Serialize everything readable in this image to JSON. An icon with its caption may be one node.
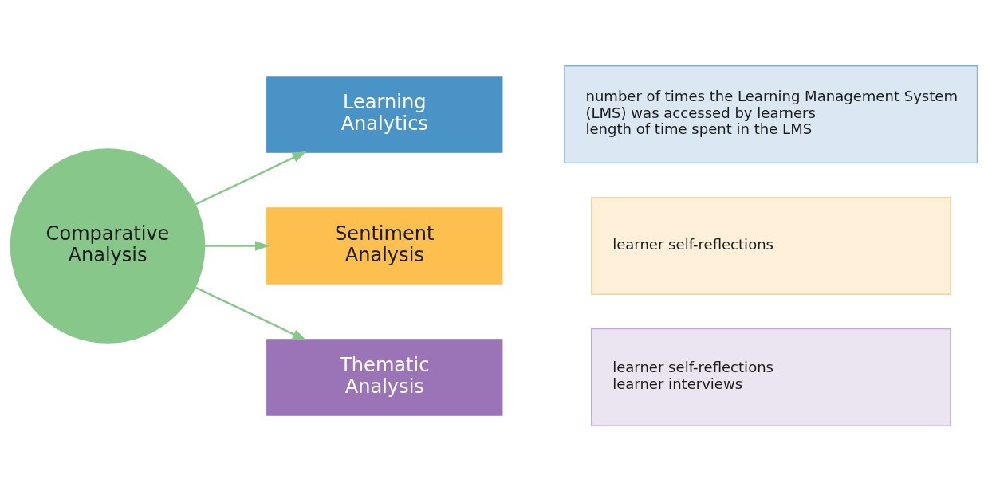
{
  "diagram": {
    "nodes": [
      {
        "text": [
          "Comparative Analysis"
        ]
      },
      {
        "text": [
          "Learning Analytics"
        ]
      },
      {
        "text": [
          "number of times the Learning Management System (LMS) was accessed by learners",
          "length of time spent in the LMS"
        ]
      },
      {
        "text": [
          "Sentiment Analysis"
        ]
      },
      {
        "text": [
          "learner self-reflections"
        ]
      },
      {
        "text": [
          "Thematic Analysis"
        ]
      },
      {
        "text": [
          "learner self-reflections",
          "learner interviews"
        ]
      }
    ],
    "edges": [
      {
        "from": 0,
        "to": 1,
        "arrow": "to"
      },
      {
        "from": 0,
        "to": 3,
        "arrow": "to"
      },
      {
        "from": 0,
        "to": 5,
        "arrow": "to"
      }
    ]
  }
}
